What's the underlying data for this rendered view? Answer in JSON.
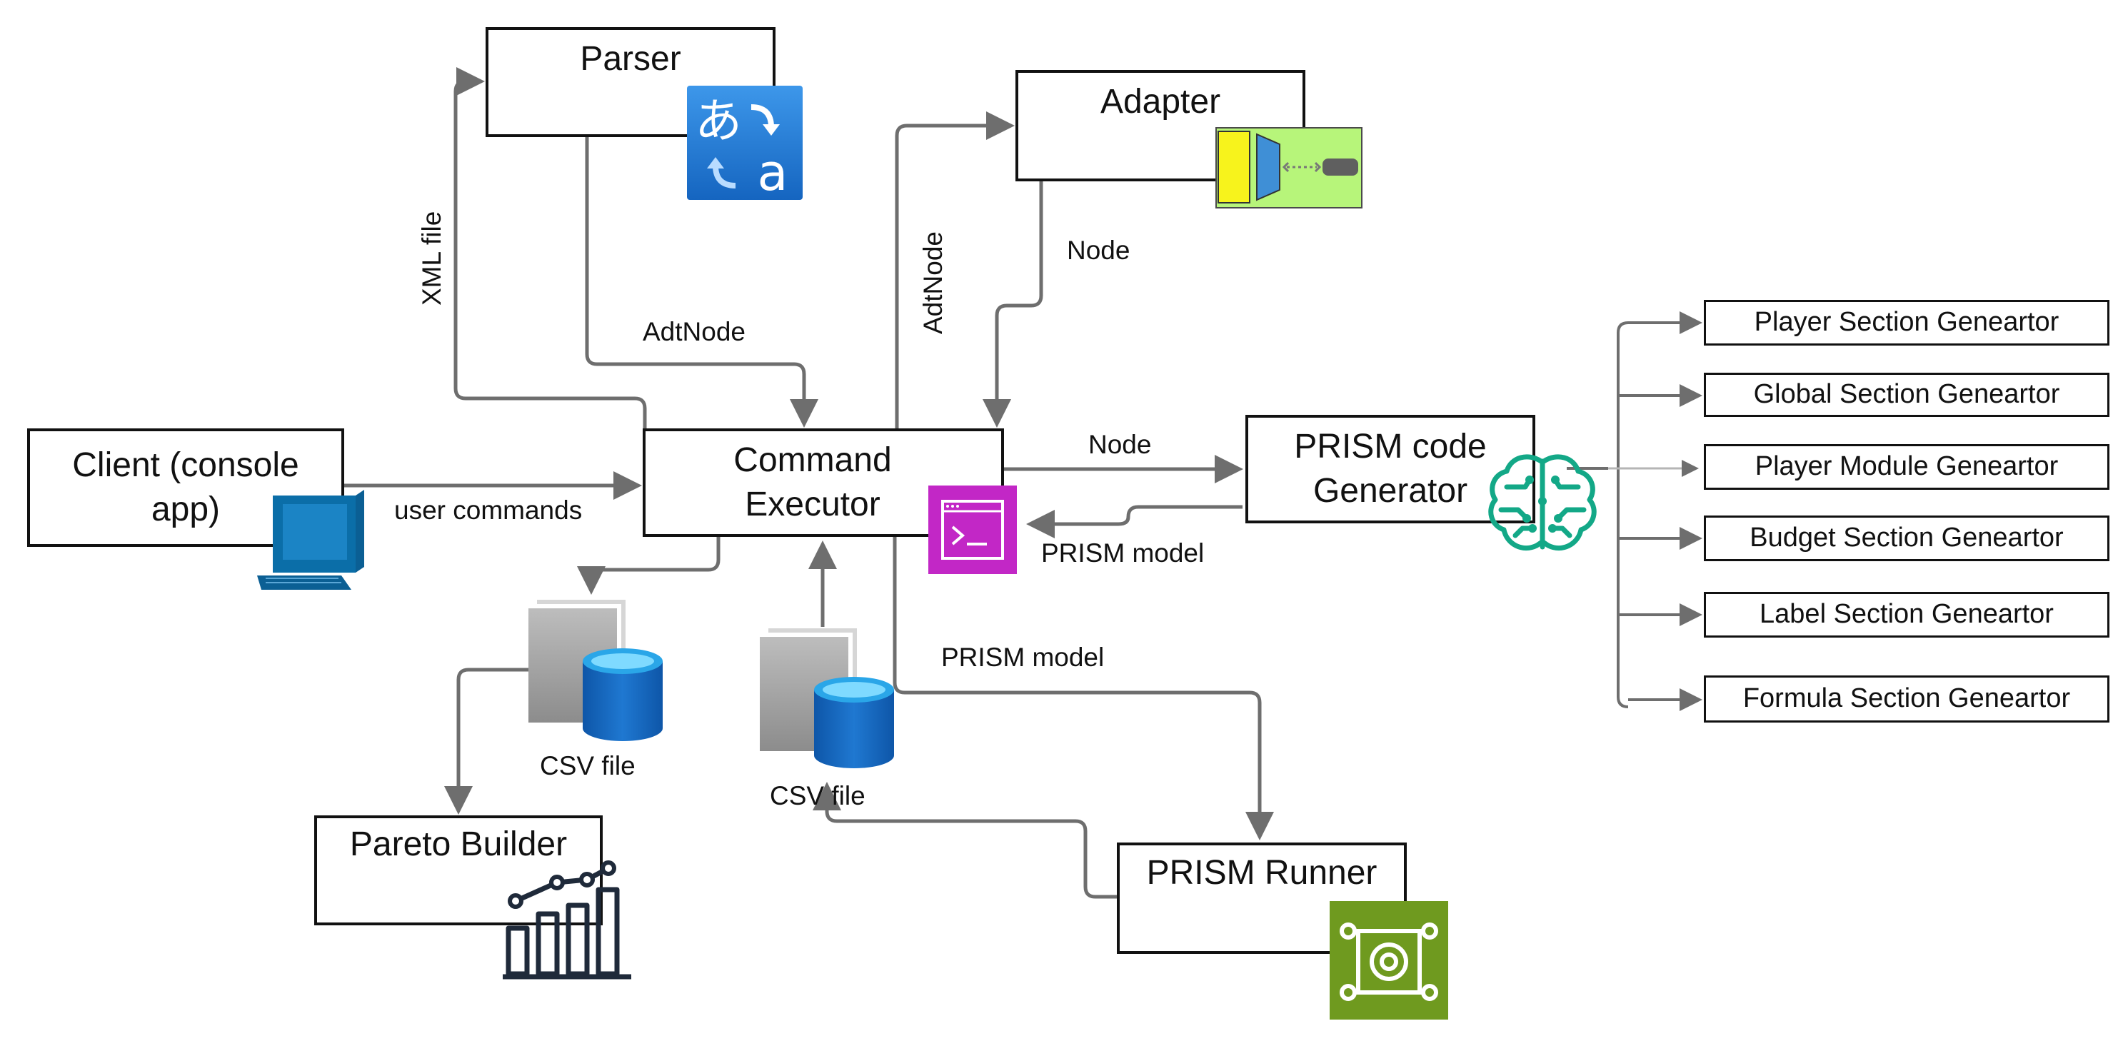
{
  "nodes": {
    "parser": "Parser",
    "adapter": "Adapter",
    "client": "Client (console app)",
    "command_executor": "Command Executor",
    "prism_code_generator": "PRISM code Generator",
    "pareto_builder": "Pareto Builder",
    "prism_runner": "PRISM Runner"
  },
  "generators": [
    "Player Section Geneartor",
    "Global Section Geneartor",
    "Player Module Geneartor",
    "Budget Section Geneartor",
    "Label Section Geneartor",
    "Formula Section Geneartor"
  ],
  "edge_labels": {
    "xml_file": "XML file",
    "adtnode_parser": "AdtNode",
    "adtnode_adapter": "AdtNode",
    "node_adapter": "Node",
    "node_generator": "Node",
    "user_commands": "user commands",
    "prism_model_generator": "PRISM model",
    "prism_model_runner": "PRISM model",
    "csv_file_left": "CSV file",
    "csv_file_right": "CSV file"
  },
  "colors": {
    "arrow": "#6e6e6e",
    "box_border": "#111111",
    "translate_icon": "#1a73d1",
    "terminal_icon": "#c227c6",
    "runner_icon": "#6f9a1f",
    "brain_icon": "#13a887",
    "monitor_icon": "#0b5f94",
    "database_icon": "#1f6fc4"
  },
  "icons": [
    "translate-icon",
    "adapter-icon",
    "monitor-icon",
    "terminal-icon",
    "brain-icon",
    "file-database-icon",
    "bar-chart-icon",
    "runner-icon"
  ]
}
